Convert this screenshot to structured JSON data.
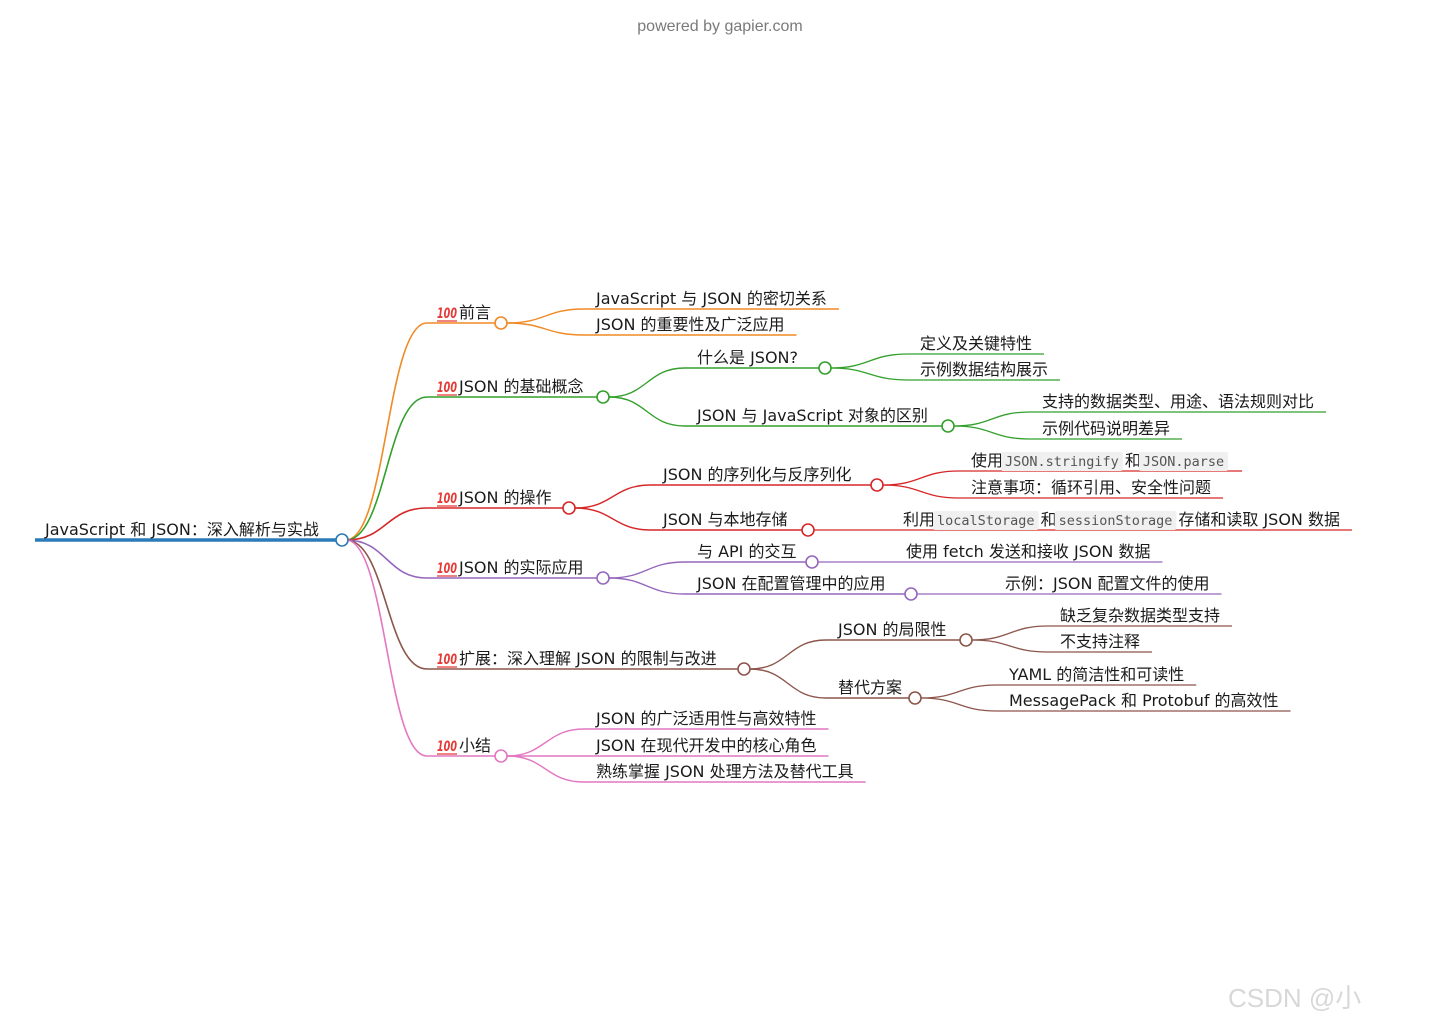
{
  "header": {
    "powered_by": "powered by gapier.com"
  },
  "watermark": "CSDN @小",
  "colors": {
    "root": "#2b7bb9",
    "orange": "#f08a24",
    "green": "#33a02c",
    "red": "#d62728",
    "purple": "#9467bd",
    "brown": "#8c564b",
    "pink": "#e377c2"
  },
  "mindmap": {
    "root": "JavaScript 和 JSON：深入解析与实战",
    "emoji": "💯",
    "branches": [
      {
        "label": "前言",
        "color": "orange",
        "children": [
          {
            "parts": [
              "JavaScript 与 JSON 的密切关系"
            ]
          },
          {
            "parts": [
              "JSON 的重要性及广泛应用"
            ]
          }
        ]
      },
      {
        "label": "JSON 的基础概念",
        "color": "green",
        "children": [
          {
            "parts": [
              "什么是 JSON?"
            ],
            "children": [
              {
                "parts": [
                  "定义及关键特性"
                ]
              },
              {
                "parts": [
                  "示例数据结构展示"
                ]
              }
            ]
          },
          {
            "parts": [
              "JSON 与 JavaScript 对象的区别"
            ],
            "children": [
              {
                "parts": [
                  "支持的数据类型、用途、语法规则对比"
                ]
              },
              {
                "parts": [
                  "示例代码说明差异"
                ]
              }
            ]
          }
        ]
      },
      {
        "label": "JSON 的操作",
        "color": "red",
        "children": [
          {
            "parts": [
              "JSON 的序列化与反序列化"
            ],
            "children": [
              {
                "parts": [
                  "使用 ",
                  "`JSON.stringify`",
                  " 和 ",
                  "`JSON.parse`"
                ]
              },
              {
                "parts": [
                  "注意事项：循环引用、安全性问题"
                ]
              }
            ]
          },
          {
            "parts": [
              "JSON 与本地存储"
            ],
            "children": [
              {
                "parts": [
                  "利用 ",
                  "`localStorage`",
                  " 和 ",
                  "`sessionStorage`",
                  " 存储和读取 JSON 数据"
                ]
              }
            ]
          }
        ]
      },
      {
        "label": "JSON 的实际应用",
        "color": "purple",
        "children": [
          {
            "parts": [
              "与 API 的交互"
            ],
            "children": [
              {
                "parts": [
                  "使用 fetch 发送和接收 JSON 数据"
                ]
              }
            ]
          },
          {
            "parts": [
              "JSON 在配置管理中的应用"
            ],
            "children": [
              {
                "parts": [
                  "示例：JSON 配置文件的使用"
                ]
              }
            ]
          }
        ]
      },
      {
        "label": "扩展：深入理解 JSON 的限制与改进",
        "color": "brown",
        "children": [
          {
            "parts": [
              "JSON 的局限性"
            ],
            "children": [
              {
                "parts": [
                  "缺乏复杂数据类型支持"
                ]
              },
              {
                "parts": [
                  "不支持注释"
                ]
              }
            ]
          },
          {
            "parts": [
              "替代方案"
            ],
            "children": [
              {
                "parts": [
                  "YAML 的简洁性和可读性"
                ]
              },
              {
                "parts": [
                  "MessagePack 和 Protobuf 的高效性"
                ]
              }
            ]
          }
        ]
      },
      {
        "label": "小结",
        "color": "pink",
        "children": [
          {
            "parts": [
              "JSON 的广泛适用性与高效特性"
            ]
          },
          {
            "parts": [
              "JSON 在现代开发中的核心角色"
            ]
          },
          {
            "parts": [
              "熟练掌握 JSON 处理方法及替代工具"
            ]
          }
        ]
      }
    ]
  }
}
